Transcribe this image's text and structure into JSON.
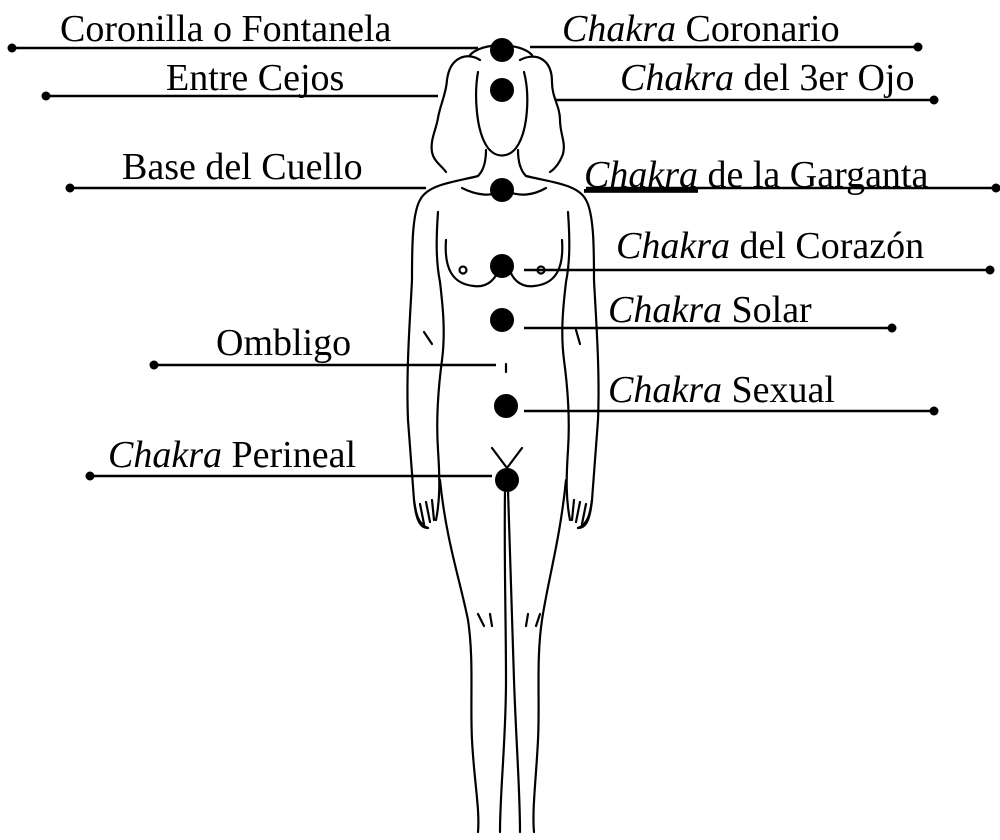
{
  "labels": {
    "left": {
      "crown": "Coronilla o Fontanela",
      "brow": "Entre Cejos",
      "neck": "Base del Cuello",
      "navel": "Ombligo",
      "perineal_italic": "Chakra",
      "perineal_rest": " Perineal"
    },
    "right": {
      "crown_italic": "Chakra",
      "crown_rest": " Coronario",
      "third_eye_italic": "Chakra",
      "third_eye_rest": " del 3er Ojo",
      "throat_italic": "Chakra",
      "throat_rest": " de la Garganta",
      "heart_italic": "Chakra",
      "heart_rest": " del Corazón",
      "solar_italic": "Chakra",
      "solar_rest": " Solar",
      "sexual_italic": "Chakra",
      "sexual_rest": " Sexual"
    }
  },
  "colors": {
    "ink": "#000000",
    "background": "#ffffff"
  }
}
